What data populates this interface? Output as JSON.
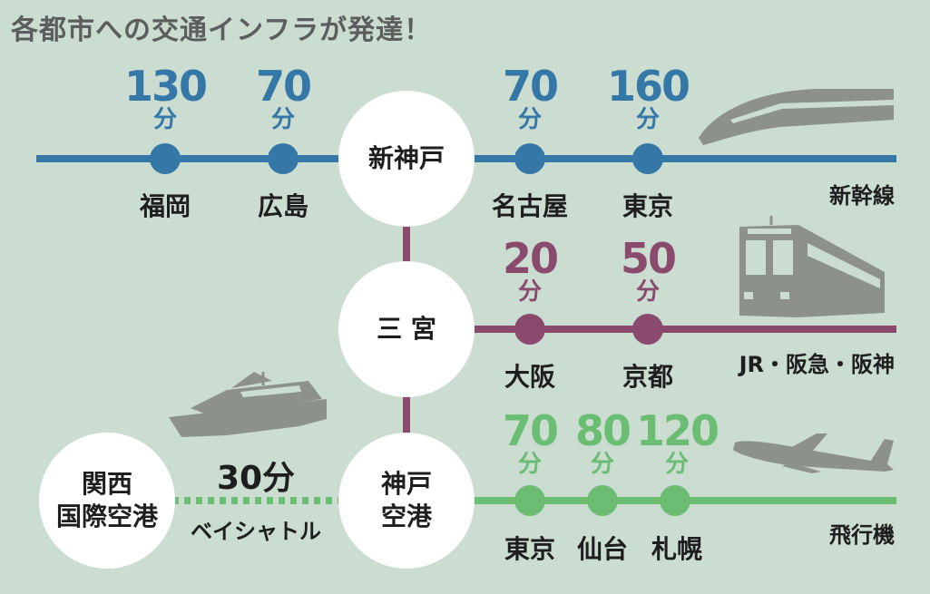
{
  "title": "各都市への交通インフラが発達！",
  "colors": {
    "background": "#cbdcd1",
    "shinkansen": "#3578a8",
    "jr": "#8a4a6e",
    "air": "#6bbd74",
    "title": "#5b5e5c",
    "vehicle": "#8c928b"
  },
  "stations": {
    "shinkobe": "新神戸",
    "sannomiya": "三 宮",
    "kobe_airport": "神戸\n空港",
    "kansai_airport": "関西\n国際空港"
  },
  "shinkansen": {
    "line_name": "新幹線",
    "stops": [
      {
        "name": "福岡",
        "time": "130",
        "unit": "分"
      },
      {
        "name": "広島",
        "time": "70",
        "unit": "分"
      },
      {
        "name": "名古屋",
        "time": "70",
        "unit": "分"
      },
      {
        "name": "東京",
        "time": "160",
        "unit": "分"
      }
    ]
  },
  "jr": {
    "line_name": "JR・阪急・阪神",
    "stops": [
      {
        "name": "大阪",
        "time": "20",
        "unit": "分"
      },
      {
        "name": "京都",
        "time": "50",
        "unit": "分"
      }
    ]
  },
  "air": {
    "line_name": "飛行機",
    "stops": [
      {
        "name": "東京",
        "time": "70",
        "unit": "分"
      },
      {
        "name": "仙台",
        "time": "80",
        "unit": "分"
      },
      {
        "name": "札幌",
        "time": "120",
        "unit": "分"
      }
    ]
  },
  "shuttle": {
    "time": "30分",
    "name": "ベイシャトル"
  },
  "icons": [
    "shinkansen-train-icon",
    "commuter-train-icon",
    "ferry-icon",
    "airplane-icon"
  ]
}
